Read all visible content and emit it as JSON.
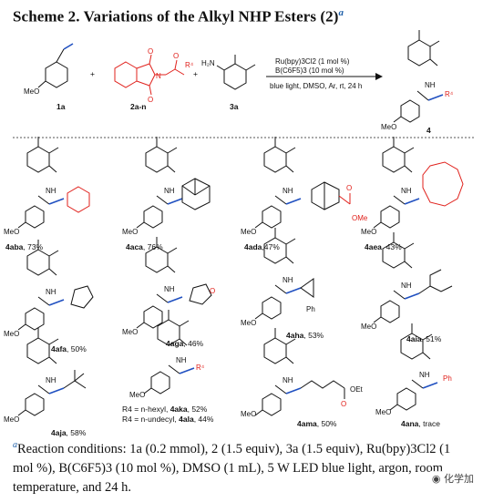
{
  "scheme": {
    "title": "Scheme 2. Variations of the Alkyl NHP Esters (2)",
    "title_sup": "a"
  },
  "reaction": {
    "reagent_1a": "1a",
    "reagent_2": "2a-n",
    "reagent_3a": "3a",
    "product": "4",
    "conditions": [
      "Ru(bpy)3Cl2 (1 mol %)",
      "B(C6F5)3 (10 mol %)",
      "blue light, DMSO, Ar, rt, 24 h"
    ]
  },
  "compounds": [
    {
      "code": "4aba",
      "yield": ", 73%"
    },
    {
      "code": "4aca",
      "yield": ", 76%"
    },
    {
      "code": "4ada",
      "yield": ",47%"
    },
    {
      "code": "4aea",
      "yield": ", 43%"
    },
    {
      "code": "4afa",
      "yield": ", 50%"
    },
    {
      "code": "4aga",
      "yield": ", 46%"
    },
    {
      "code": "4aha",
      "yield": ", 53%"
    },
    {
      "code": "4aia",
      "yield": ", 51%"
    },
    {
      "code": "4aja",
      "yield": ", 58%"
    },
    {
      "code": "4ama",
      "yield": ", 50%"
    },
    {
      "code": "4ana",
      "yield": ", trace"
    }
  ],
  "variants": [
    {
      "prefix": "R4 = n-hexyl, ",
      "code": "4aka",
      "yield": ", 52%"
    },
    {
      "prefix": "R4 = n-undecyl, ",
      "code": "4ala",
      "yield": ", 44%"
    }
  ],
  "footnote": {
    "sup": "a",
    "text": "Reaction conditions: 1a (0.2 mmol), 2 (1.5 equiv), 3a (1.5 equiv), Ru(bpy)3Cl2 (1 mol %), B(C6F5)3 (10 mol %), DMSO (1 mL), 5 W LED blue light, argon, room temperature, and 24 h."
  },
  "watermark": "化学加"
}
